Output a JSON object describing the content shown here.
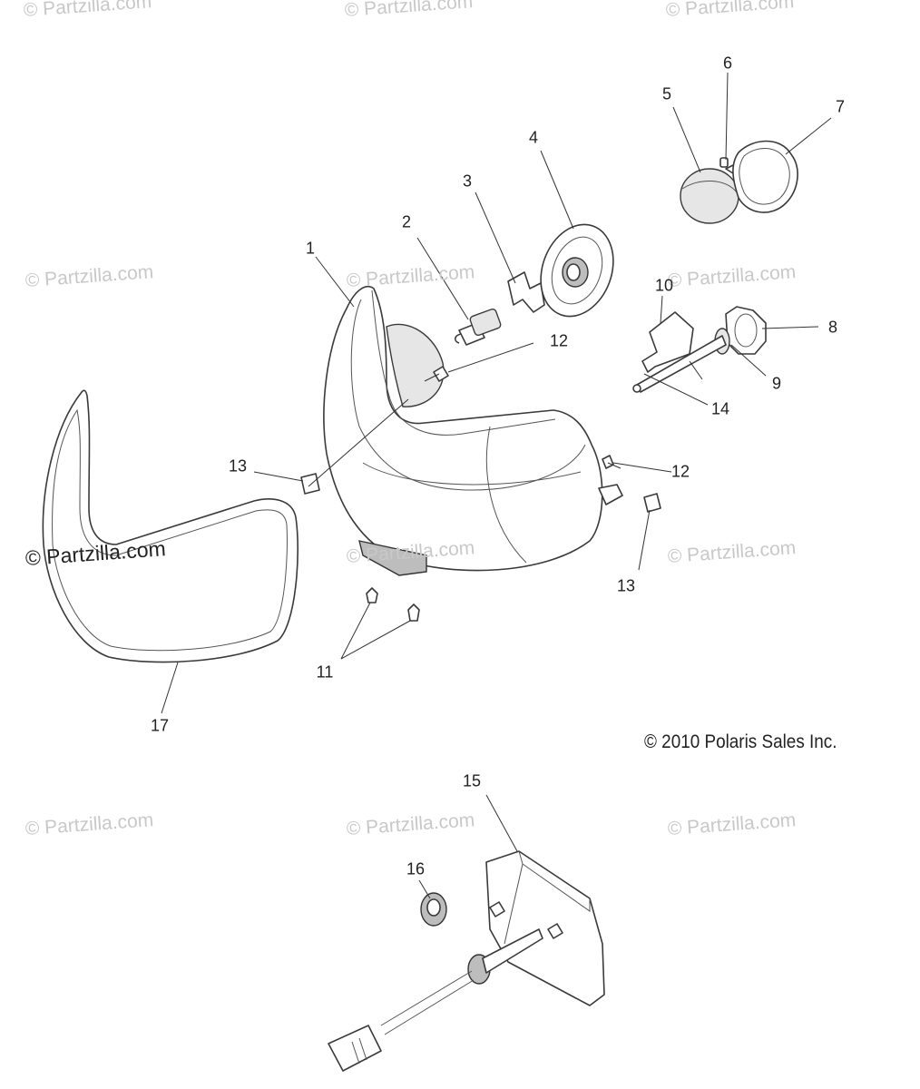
{
  "watermark": {
    "text": "© Partzilla.com"
  },
  "copyright": "© 2010 Polaris Sales Inc.",
  "callouts": [
    {
      "id": "c1",
      "label": "1"
    },
    {
      "id": "c2",
      "label": "2"
    },
    {
      "id": "c3",
      "label": "3"
    },
    {
      "id": "c4",
      "label": "4"
    },
    {
      "id": "c5",
      "label": "5"
    },
    {
      "id": "c6",
      "label": "6"
    },
    {
      "id": "c7",
      "label": "7"
    },
    {
      "id": "c8",
      "label": "8"
    },
    {
      "id": "c9",
      "label": "9"
    },
    {
      "id": "c10",
      "label": "10"
    },
    {
      "id": "c11",
      "label": "11"
    },
    {
      "id": "c12a",
      "label": "12"
    },
    {
      "id": "c12b",
      "label": "12"
    },
    {
      "id": "c13a",
      "label": "13"
    },
    {
      "id": "c13b",
      "label": "13"
    },
    {
      "id": "c14",
      "label": "14"
    },
    {
      "id": "c15",
      "label": "15"
    },
    {
      "id": "c16",
      "label": "16"
    },
    {
      "id": "c17",
      "label": "17"
    }
  ]
}
